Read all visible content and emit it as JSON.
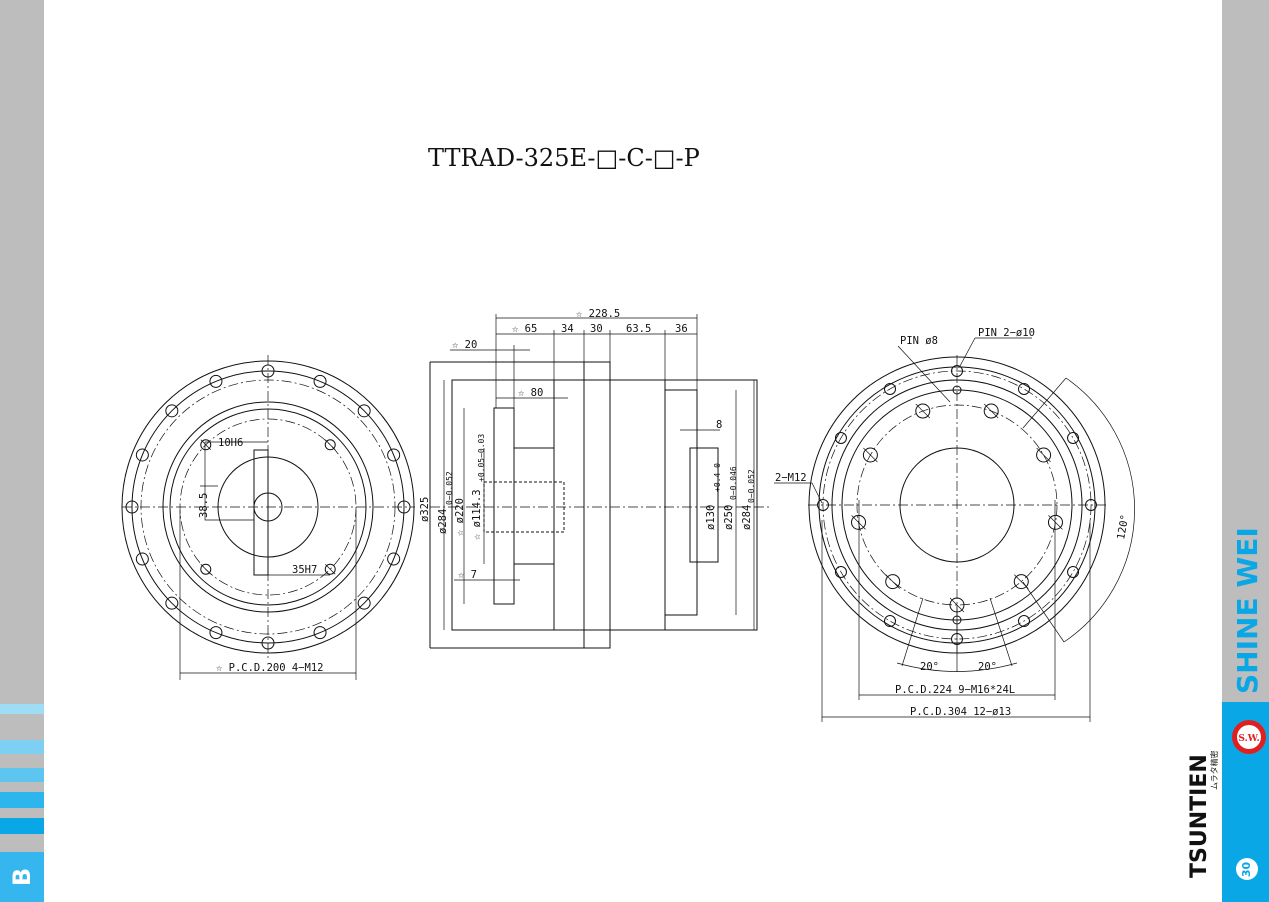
{
  "title": "TTRAD-325E-□-C-□-P",
  "side_tab_letter": "B",
  "brand": {
    "name": "SHINE WEI",
    "tsuntien": "TSUNTIEN",
    "tsuntien_sub": "ムラタ精密",
    "logo_text": "S.W.",
    "page_number": "30"
  },
  "colors": {
    "accent": "#0aa7e6",
    "light_accent": "#8fd8f5",
    "gray_bar": "#bdbdbd"
  },
  "left_view": {
    "bore_label": "10H6",
    "depth_label": "38.5",
    "shaft_label": "35H7",
    "pcd_label": "☆ P.C.D.200  4−M12"
  },
  "side_view": {
    "overall_length": "☆ 228.5",
    "seg_65": "☆ 65",
    "seg_34": "34",
    "seg_30": "30",
    "seg_635": "63.5",
    "seg_36": "36",
    "dim_20": "☆ 20",
    "dim_80": "☆ 80",
    "dim_7": "☆ 7",
    "dim_8": "8",
    "dia_325": "ø325",
    "dia_284a": "ø284",
    "dia_284a_tol": "0−0.052",
    "dia_220": "☆ ø220",
    "dia_1143": "☆ ø114.3",
    "dia_1143_tol": "+0.05−0.03",
    "dia_130": "ø130",
    "dia_130_tol": "+0.4 0",
    "dia_250": "ø250",
    "dia_250_tol": "0−0.046",
    "dia_284b": "ø284",
    "dia_284b_tol": "0−0.052"
  },
  "right_view": {
    "pin8": "PIN ø8",
    "pin10": "PIN 2−ø10",
    "m12": "2−M12",
    "angle_120": "120°",
    "angle_20a": "20°",
    "angle_20b": "20°",
    "pcd224": "P.C.D.224  9−M16*24L",
    "pcd304": "P.C.D.304  12−ø13"
  }
}
